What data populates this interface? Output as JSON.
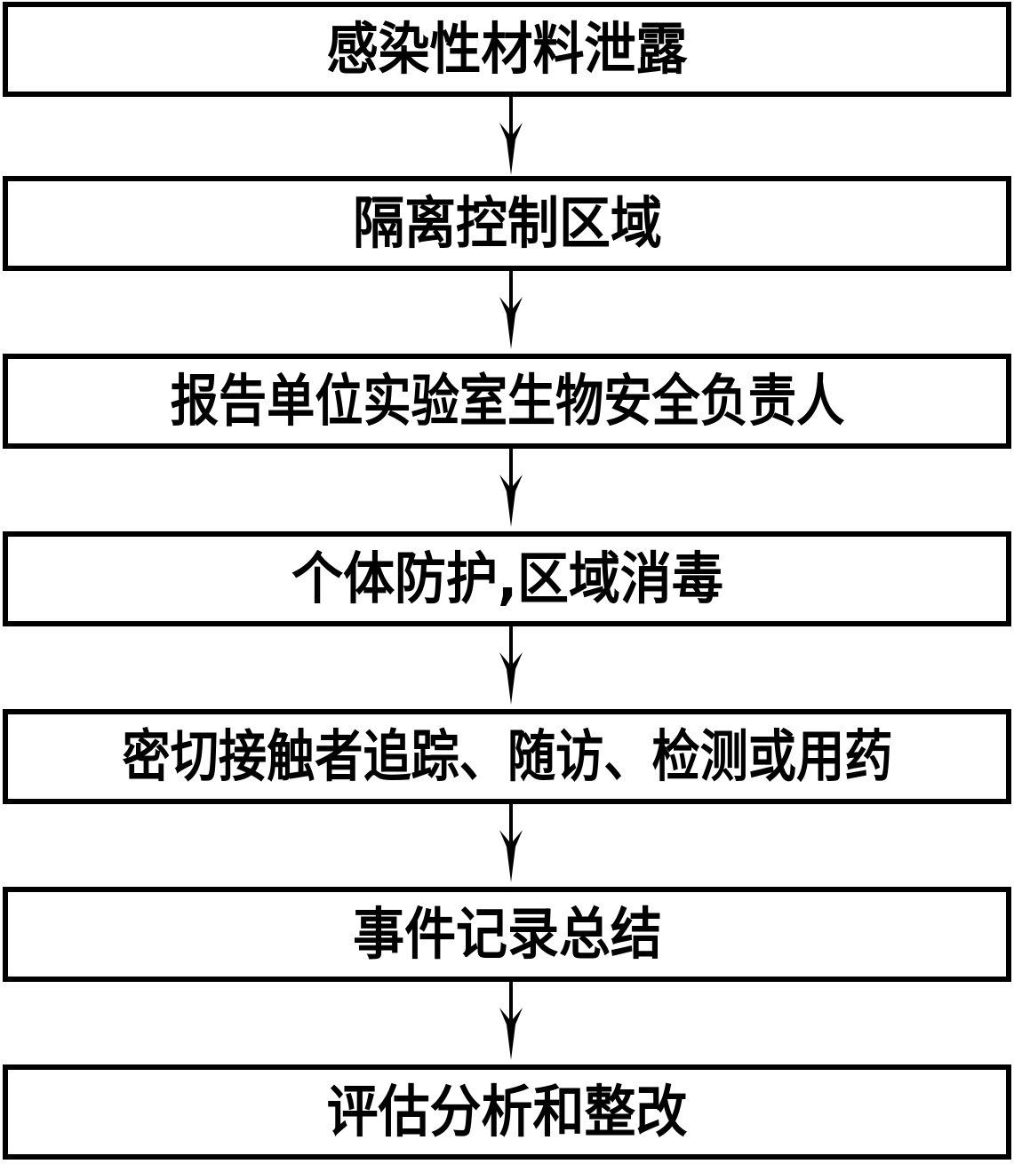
{
  "diagram": {
    "type": "flowchart",
    "orientation": "vertical-top-to-bottom",
    "shape": "rectangle",
    "border_color": "#000000",
    "fill_color": "#ffffff",
    "text_color": "#000000",
    "nodes": [
      {
        "id": "node-1",
        "label": "感染性材料泄露"
      },
      {
        "id": "node-2",
        "label": "隔离控制区域"
      },
      {
        "id": "node-3",
        "label": "报告单位实验室生物安全负责人"
      },
      {
        "id": "node-4",
        "label": "个体防护,区域消毒"
      },
      {
        "id": "node-5",
        "label": "密切接触者追踪、随访、检测或用药"
      },
      {
        "id": "node-6",
        "label": "事件记录总结"
      },
      {
        "id": "node-7",
        "label": "评估分析和整改"
      }
    ],
    "connectors": [
      {
        "id": "arrow-1",
        "from": "node-1",
        "to": "node-2",
        "icon": "arrow-down-icon"
      },
      {
        "id": "arrow-2",
        "from": "node-2",
        "to": "node-3",
        "icon": "arrow-down-icon"
      },
      {
        "id": "arrow-3",
        "from": "node-3",
        "to": "node-4",
        "icon": "arrow-down-icon"
      },
      {
        "id": "arrow-4",
        "from": "node-4",
        "to": "node-5",
        "icon": "arrow-down-icon"
      },
      {
        "id": "arrow-5",
        "from": "node-5",
        "to": "node-6",
        "icon": "arrow-down-icon"
      },
      {
        "id": "arrow-6",
        "from": "node-6",
        "to": "node-7",
        "icon": "arrow-down-icon"
      }
    ]
  }
}
